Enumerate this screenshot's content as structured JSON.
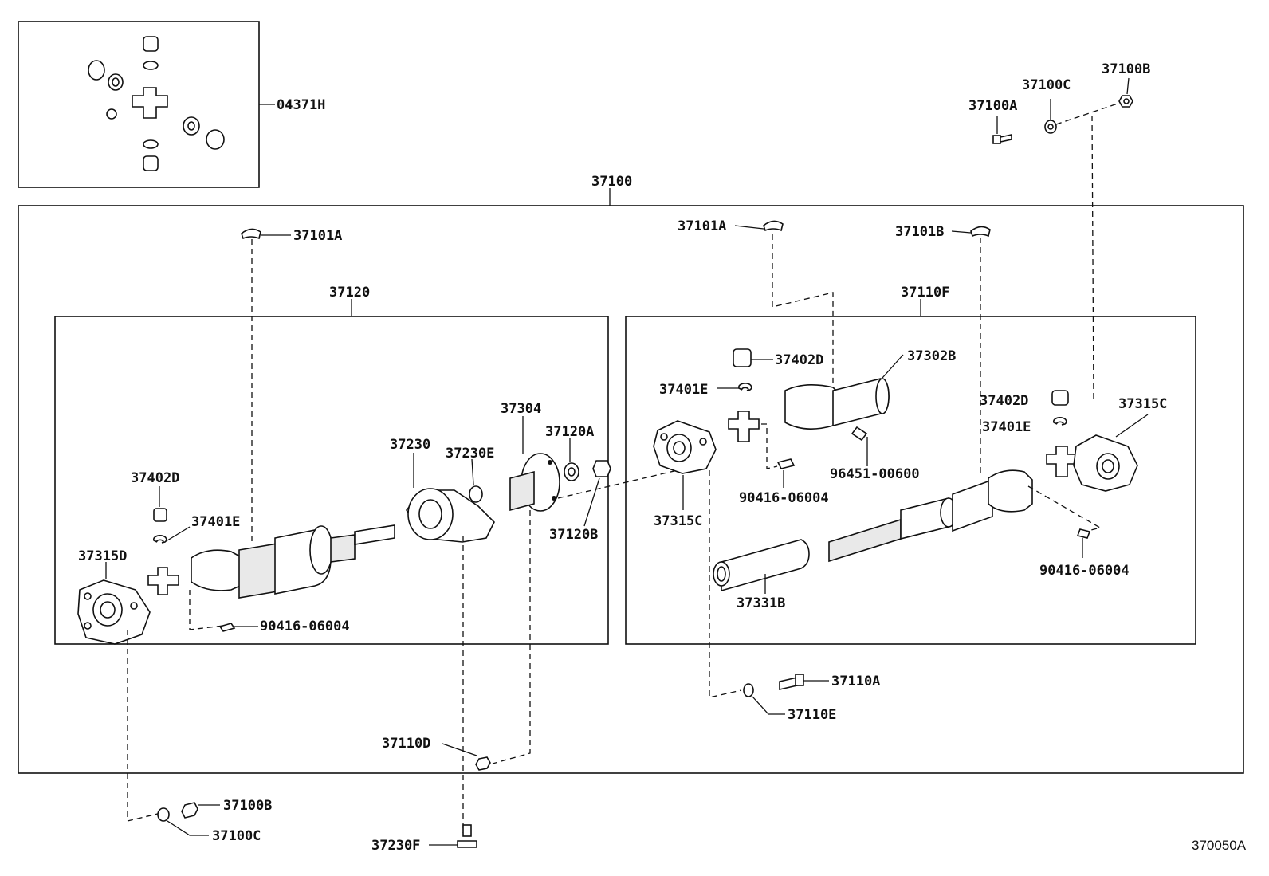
{
  "labels": {
    "p04371H": "04371H",
    "p37100": "37100",
    "p37100C_top": "37100C",
    "p37100B_top": "37100B",
    "p37100A_top": "37100A",
    "p37101A_left": "37101A",
    "p37101A_mid": "37101A",
    "p37101B": "37101B",
    "p37120": "37120",
    "p37110F": "37110F",
    "p37402D_l": "37402D",
    "p37401E_l": "37401E",
    "p37315D": "37315D",
    "p90416_l": "90416-06004",
    "p37230": "37230",
    "p37230E": "37230E",
    "p37304": "37304",
    "p37120A": "37120A",
    "p37120B": "37120B",
    "p37402D_r1": "37402D",
    "p37302B": "37302B",
    "p37401E_r1": "37401E",
    "p96451": "96451-00600",
    "p90416_m": "90416-06004",
    "p37315C_m": "37315C",
    "p37402D_r2": "37402D",
    "p37401E_r2": "37401E",
    "p37315C_r": "37315C",
    "p90416_r": "90416-06004",
    "p37331B": "37331B",
    "p37110A": "37110A",
    "p37110E": "37110E",
    "p37110D": "37110D",
    "p37100B_bot": "37100B",
    "p37100C_bot": "37100C",
    "p37230F": "37230F"
  },
  "diagram_code": "370050A"
}
